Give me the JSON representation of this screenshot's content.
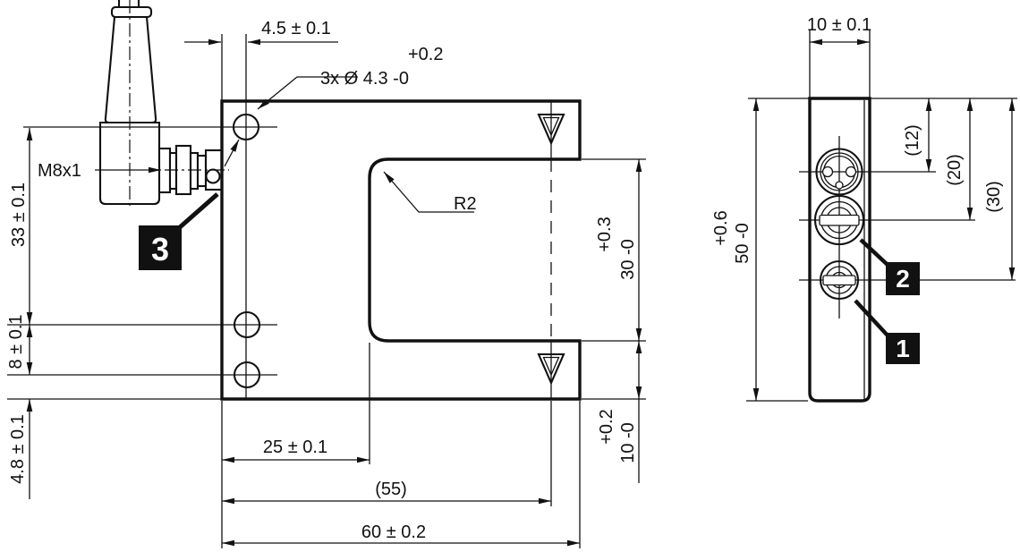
{
  "meta": {
    "type": "technical-dimension-drawing",
    "units": "mm",
    "colors": {
      "line": "#111111",
      "background": "#ffffff",
      "callout_bg": "#111111",
      "callout_text": "#ffffff"
    }
  },
  "front_view": {
    "name": "fork-sensor-front-view",
    "dims": {
      "hole_offset_x": "4.5 ± 0.1",
      "holes_tol": "+0.2",
      "holes_note": "3x Ø 4.3 -0",
      "slot_radius": "R2",
      "connector_thread": "M8x1",
      "hole_pitch_top": "33 ± 0.1",
      "hole_pitch_mid": "8 ± 0.1",
      "hole_offset_bottom": "4.8 ± 0.1",
      "slot_depth": "25 ± 0.1",
      "optical_axis_x": "(55)",
      "overall_width": "60 ± 0.2",
      "slot_height_tol": "+0.3",
      "slot_height": "30 -0",
      "arm_thickness_tol": "+0.2",
      "arm_thickness": "10 -0"
    },
    "callout_3": "3"
  },
  "side_view": {
    "name": "fork-sensor-side-view",
    "dims": {
      "thickness": "10 ± 0.1",
      "height_tol": "+0.6",
      "height": "50 -0",
      "connector_axis_y": "(12)",
      "indicator2_y": "(20)",
      "indicator1_y": "(30)"
    },
    "callout_2": "2",
    "callout_1": "1"
  }
}
